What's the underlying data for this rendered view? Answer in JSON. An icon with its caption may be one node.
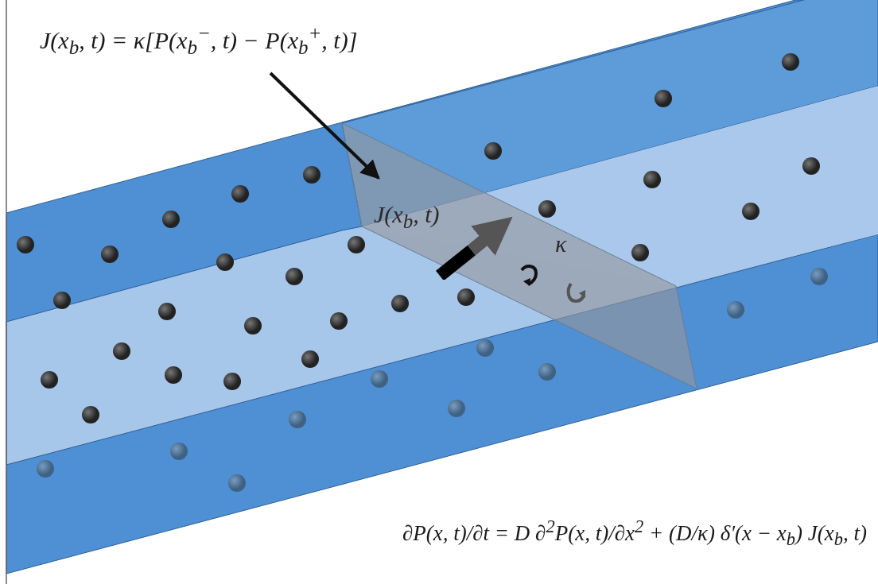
{
  "diagram": {
    "nodes": [
      {
        "text": [
          "J(x$_{b}$, t) = κ[P(x$_{b}$$^{−}$, t) − P(x$_{b}$$^{+}$, t)]"
        ]
      },
      {
        "text": [
          "J(x$_{b}$, t)",
          "κ"
        ]
      }
    ],
    "edges": [
      {
        "from": 0,
        "to": 1,
        "arrow": "to"
      }
    ],
    "labels": [
      "∂P(x, t)/∂t = D ∂$^{2}$P(x, t)/∂x$^{2}$ + (D/κ) δ′(x − x$_{b}$) J(x$_{b}$, t)"
    ]
  }
}
